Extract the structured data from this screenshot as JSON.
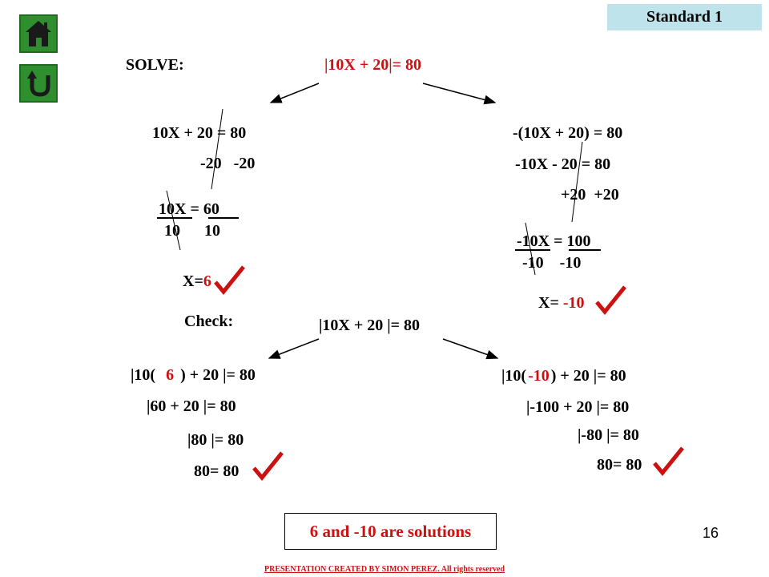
{
  "nav": {
    "home_icon": "home-icon",
    "return_icon": "return-icon"
  },
  "header": {
    "standard": "Standard 1",
    "solve_label": "SOLVE:",
    "equation": "|10X + 20|= 80"
  },
  "left": {
    "eq1": "10X + 20 = 80",
    "sub": "-20   -20",
    "eq2": "10X = 60",
    "div": "10      10",
    "result_prefix": "X=",
    "result_value": "6"
  },
  "right": {
    "eq1": "-(10X + 20) = 80",
    "eq2": "-10X - 20 = 80",
    "add": "+20  +20",
    "eq3": "-10X = 100",
    "div": "-10    -10",
    "result_prefix": "X= ",
    "result_value": "-10"
  },
  "check": {
    "label": "Check:",
    "equation": "|10X + 20 |= 80",
    "left": {
      "pre": "|10(",
      "val": "6",
      "post": ") + 20 |= 80",
      "l2": "|60 + 20 |= 80",
      "l3": "|80 |= 80",
      "l4": "80= 80"
    },
    "right": {
      "pre": "|10(",
      "val": "-10",
      "post": ") + 20 |= 80",
      "l2": "|-100 + 20 |= 80",
      "l3": "|-80 |= 80",
      "l4": "80= 80"
    }
  },
  "conclusion": "6 and  -10 are solutions",
  "page_number": "16",
  "footer": "PRESENTATION CREATED BY SIMON PEREZ. All rights reserved",
  "colors": {
    "accent": "#cc1111",
    "standard_bg": "#bfe3ea",
    "nav_green": "#2f8f2f"
  }
}
